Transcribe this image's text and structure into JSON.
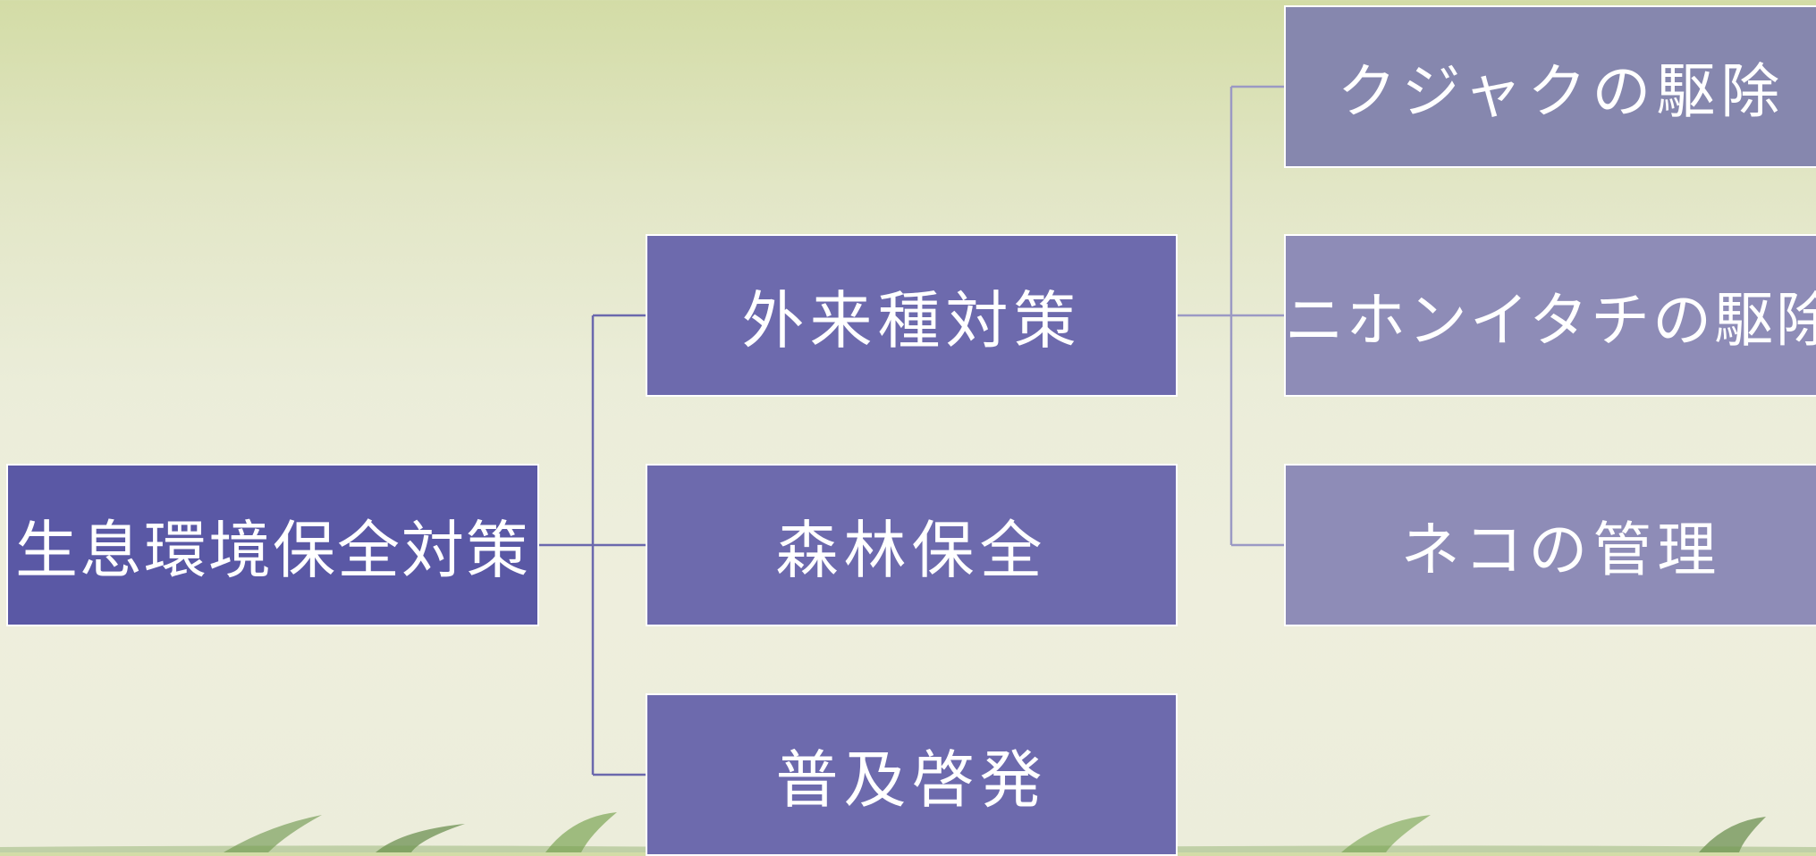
{
  "diagram": {
    "root": {
      "label": "生息環境保全対策"
    },
    "level1": [
      {
        "label": "外来種対策"
      },
      {
        "label": "森林保全"
      },
      {
        "label": "普及啓発"
      }
    ],
    "level2": [
      {
        "label": "クジャクの駆除"
      },
      {
        "label": "ニホンイタチの駆除"
      },
      {
        "label": "ネコの管理"
      }
    ]
  },
  "colors": {
    "root_fill": "#5a58a5",
    "level1_fill": "#6d6aad",
    "level2_fill": "#8e8cb7",
    "connector": "#6b68ad",
    "connector_light": "#9b99c4",
    "node_border": "#ffffff"
  }
}
